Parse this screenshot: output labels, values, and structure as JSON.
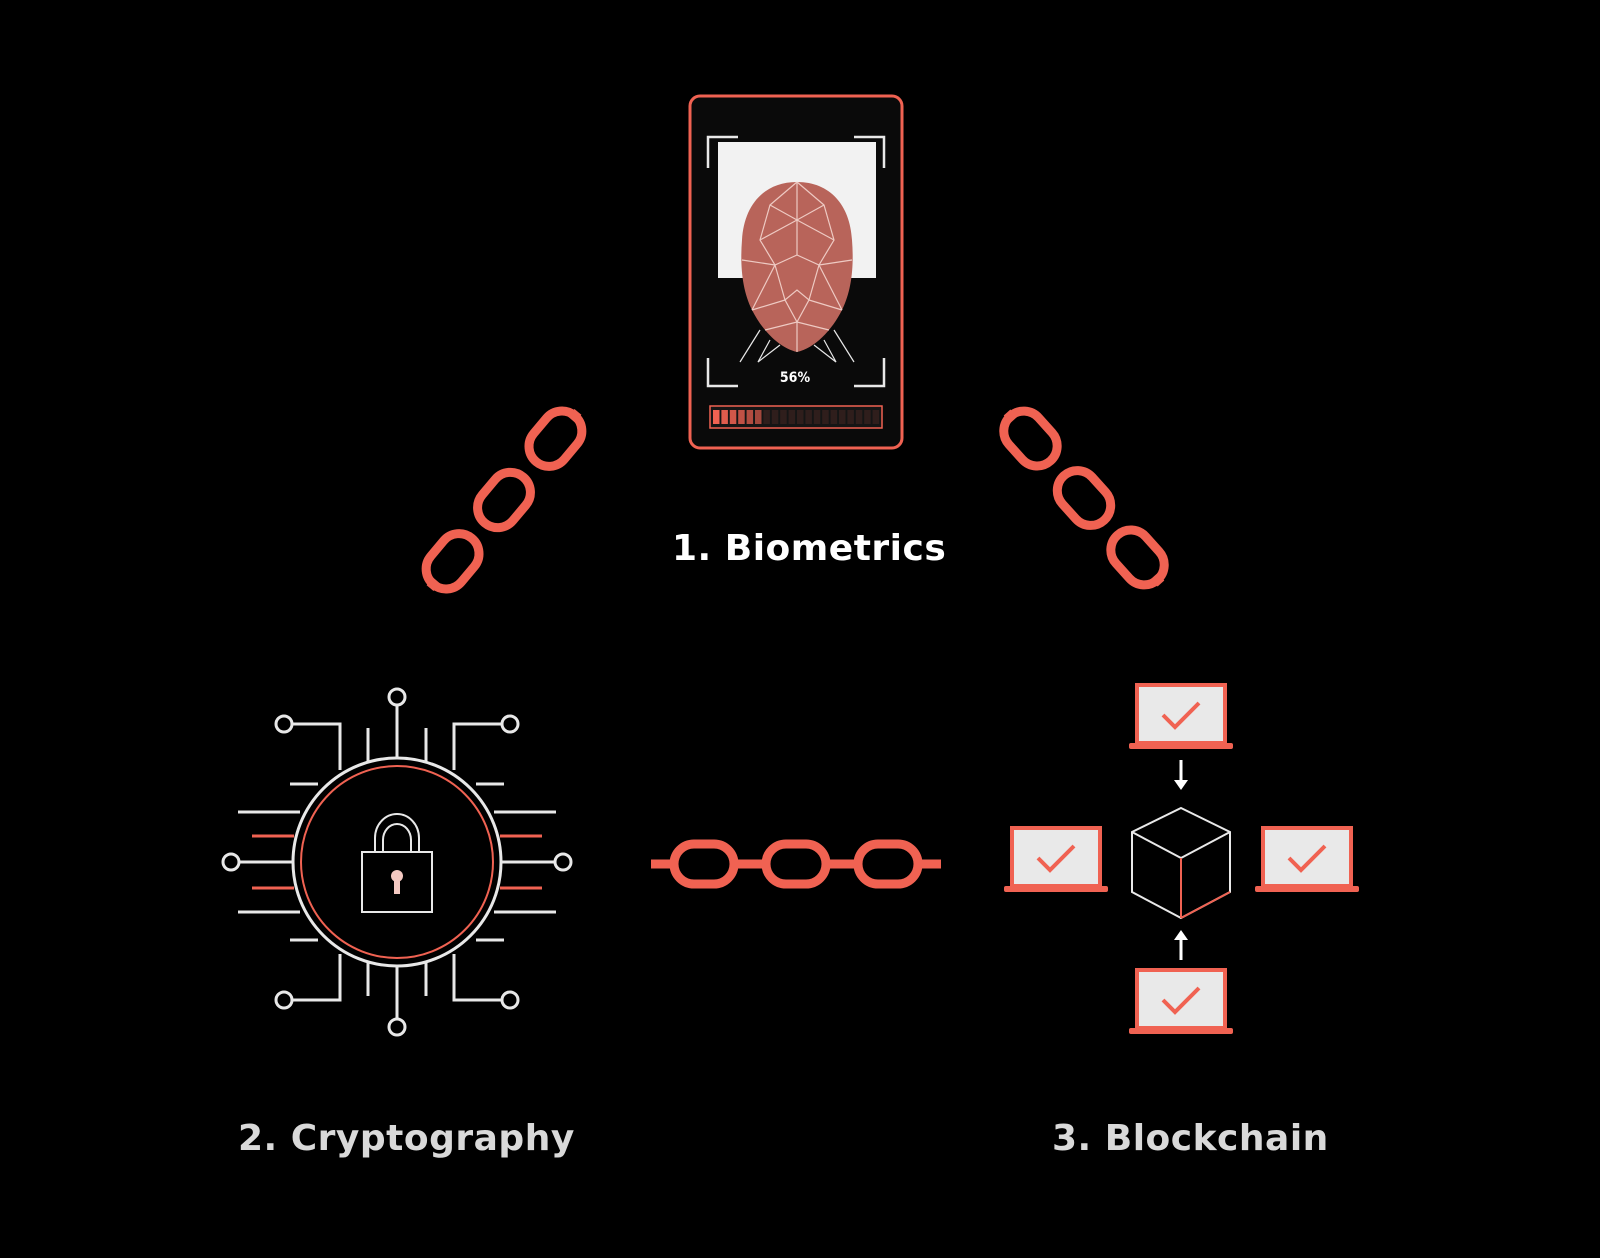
{
  "nodes": {
    "biometrics": {
      "label": "1. Biometrics",
      "scan_progress_text": "56%",
      "scan_progress": 0.56
    },
    "cryptography": {
      "label": "2. Cryptography"
    },
    "blockchain": {
      "label": "3. Blockchain"
    }
  },
  "icons": {
    "phone": "face-scan-phone-icon",
    "lock": "circuit-lock-icon",
    "network": "laptop-network-cube-icon",
    "chain": "chain-link-icon"
  },
  "colors": {
    "background": "#000000",
    "accent": "#f06252",
    "line": "#e8e8e8",
    "face": "#b8645a"
  }
}
